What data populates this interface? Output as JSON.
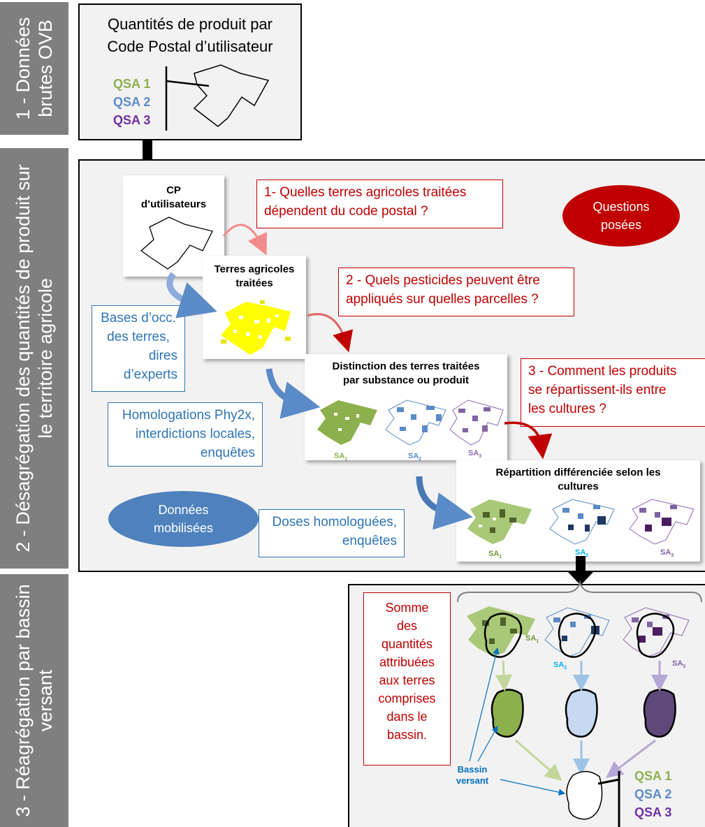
{
  "colors": {
    "qsa1": "#8db04e",
    "qsa2": "#5b8bc7",
    "qsa3": "#7030a0",
    "question_red": "#c00000",
    "data_blue": "#2e75b6",
    "sidebar_gray": "#7f7f7f"
  },
  "sections": {
    "s1": {
      "line1": "1 - Données",
      "line2": "brutes OVB"
    },
    "s2": {
      "line1": "2 - Désagrégation des quantités de produit sur",
      "line2": "le territoire agricole"
    },
    "s3": {
      "line1": "3 - Réagrégation par bassin",
      "line2": "versant"
    }
  },
  "top_box": {
    "title1": "Quantités de produit par",
    "title2": "Code Postal d’utilisateur",
    "qsa": [
      "QSA 1",
      "QSA 2",
      "QSA 3"
    ]
  },
  "cards": {
    "cp": {
      "line1": "CP",
      "line2": "d’utilisateurs"
    },
    "terres": {
      "line1": "Terres agricoles",
      "line2": "traitées"
    },
    "distinction": {
      "line1": "Distinction des terres traitées",
      "line2": "par substance ou produit"
    },
    "repartition": {
      "line1": "Répartition différenciée selon les",
      "line2": "cultures"
    }
  },
  "questions": {
    "q1": {
      "line1": "1- Quelles terres agricoles traitées",
      "line2": "dépendent du code postal ?"
    },
    "q2": {
      "line1": "2 - Quels pesticides peuvent être",
      "line2": "appliqués sur quelles parcelles ?"
    },
    "q3": {
      "line1": "3 - Comment les produits",
      "line2": "se répartissent-ils entre",
      "line3": "les cultures ?"
    }
  },
  "data_boxes": {
    "b1": {
      "line1": "Bases d’occ.",
      "line2": "des terres,",
      "line3": "dires",
      "line4": "d’experts"
    },
    "b2": {
      "line1": "Homologations Phy2x,",
      "line2": "interdictions locales,",
      "line3": "enquêtes"
    },
    "b3": {
      "line1": "Doses homologuées,",
      "line2": "enquêtes"
    }
  },
  "ellipses": {
    "questions": {
      "line1": "Questions",
      "line2": "posées"
    },
    "donnees": {
      "line1": "Données",
      "line2": "mobilisées"
    }
  },
  "sa_labels": {
    "sa1": "SA",
    "sa2": "SA",
    "sa3": "SA",
    "sub1": "1",
    "sub2": "2",
    "sub3": "3"
  },
  "somme": {
    "line1": "Somme",
    "line2": "des",
    "line3": "quantités",
    "line4": "attribuées",
    "line5": "aux terres",
    "line6": "comprises",
    "line7": "dans le",
    "line8": "bassin."
  },
  "bassin": {
    "line1": "Bassin",
    "line2": "versant"
  },
  "bottom_qsa": [
    "QSA 1",
    "QSA 2",
    "QSA 3"
  ]
}
